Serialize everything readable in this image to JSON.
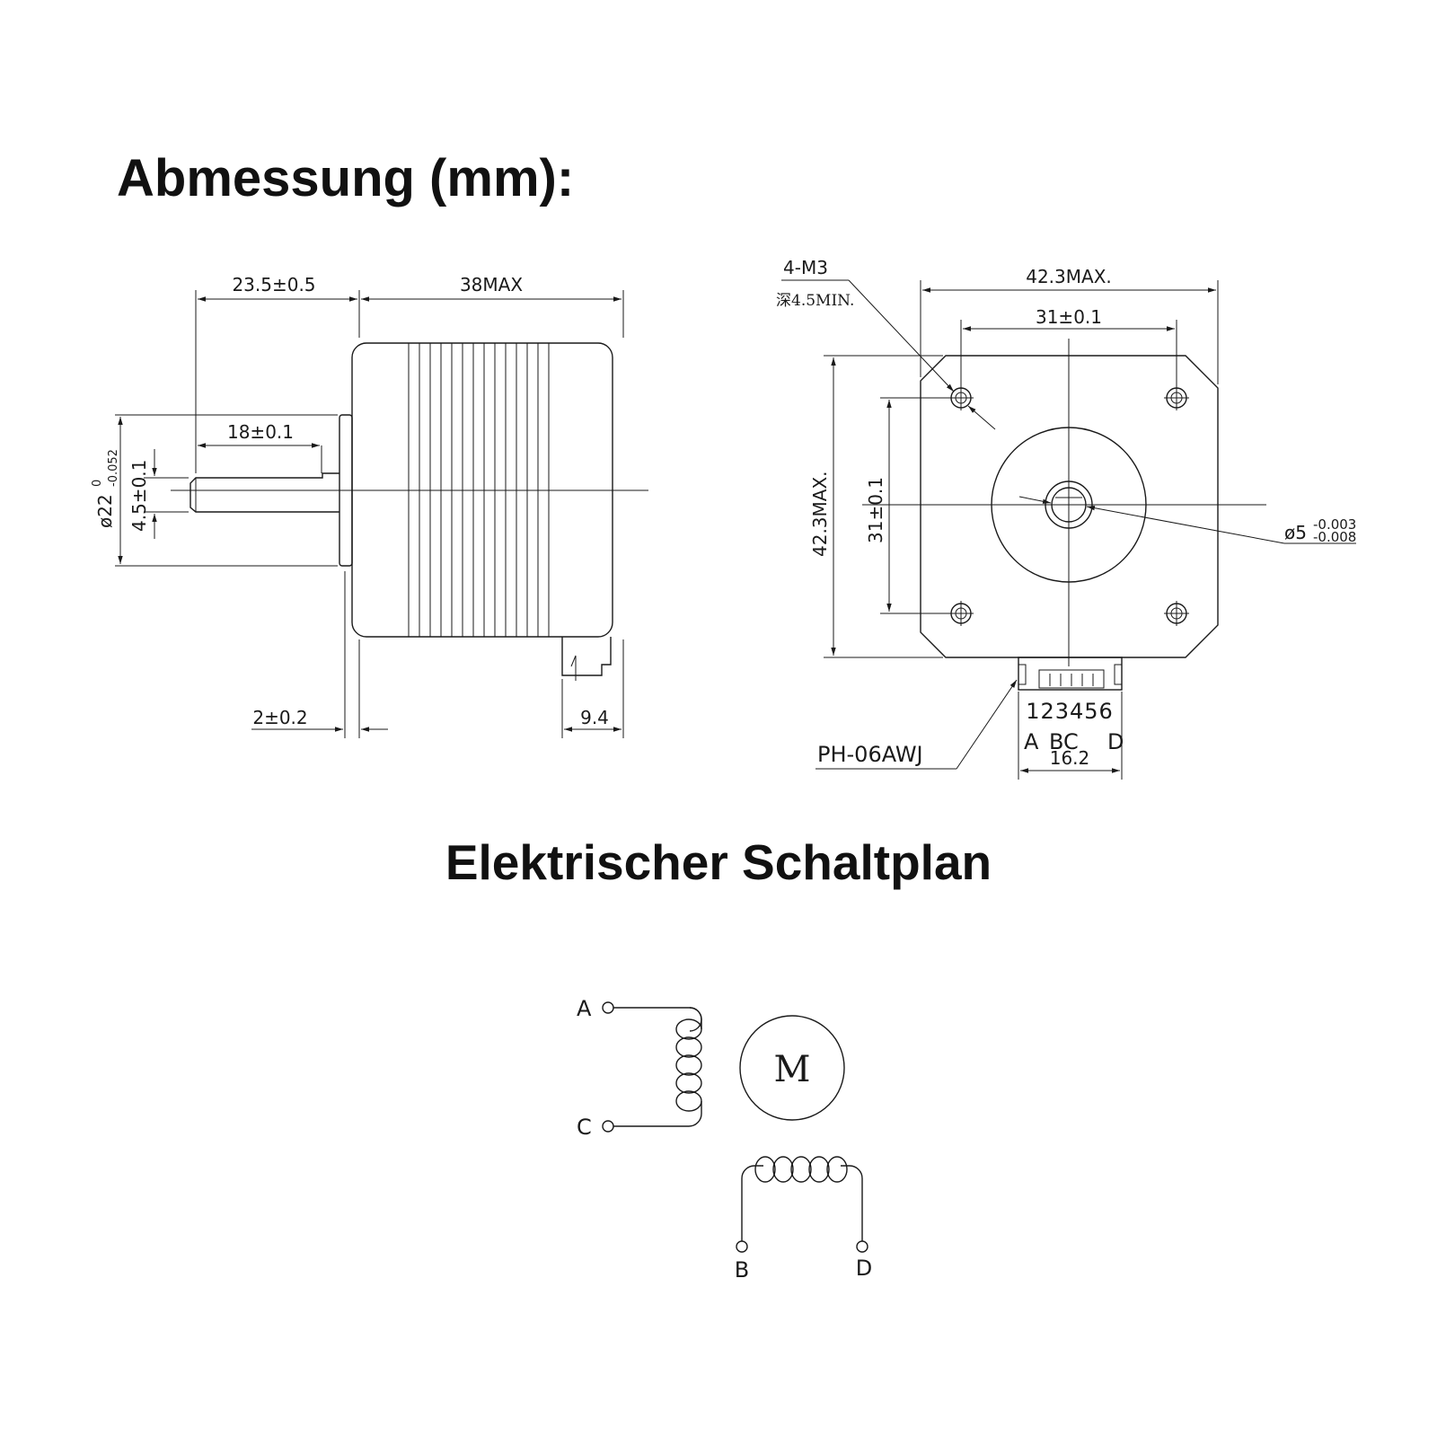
{
  "headings": {
    "dimensions": "Abmessung (mm):",
    "wiring": "Elektrischer Schaltplan"
  },
  "side_view": {
    "shaft_length": "23.5±0.5",
    "body_length": "38MAX",
    "flat_length": "18±0.1",
    "pilot_diameter": "ø22",
    "pilot_tol_upper": "0",
    "pilot_tol_lower": "-0.052",
    "flat_depth": "4.5±0.1",
    "pilot_height": "2±0.2",
    "connector_depth": "9.4"
  },
  "front_view": {
    "holes_label": "4-M3",
    "holes_depth": "深4.5MIN.",
    "width": "42.3MAX.",
    "hole_spacing_h": "31±0.1",
    "height": "42.3MAX.",
    "hole_spacing_v": "31±0.1",
    "shaft_diameter": "ø5",
    "shaft_tol_upper": "-0.003",
    "shaft_tol_lower": "-0.008",
    "connector_model": "PH-06AWJ",
    "pin_numbers": "123456",
    "pin_a": "A",
    "pin_bc": "BC",
    "pin_d": "D",
    "connector_width": "16.2"
  },
  "schematic": {
    "motor": "M",
    "term_a": "A",
    "term_c": "C",
    "term_b": "B",
    "term_d": "D"
  }
}
